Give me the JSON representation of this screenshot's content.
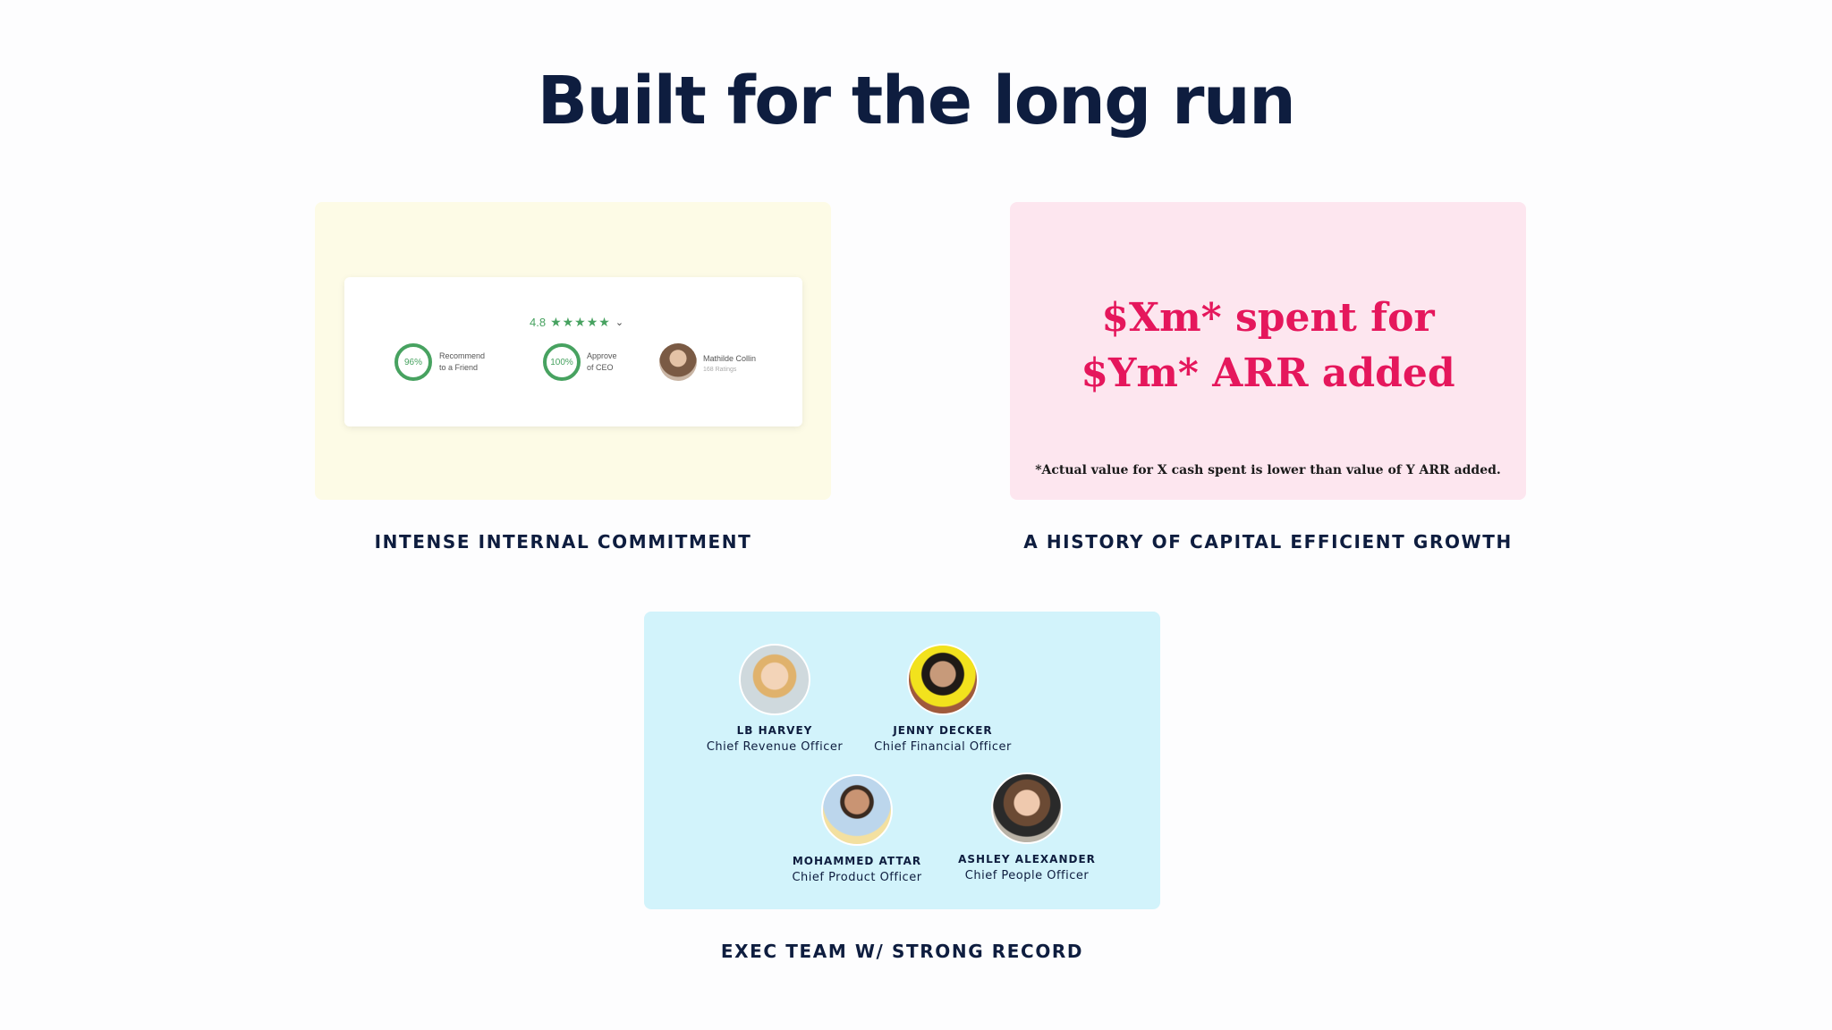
{
  "title": "Built for the long run",
  "cards": {
    "commitment": {
      "caption": "INTENSE INTERNAL COMMITMENT",
      "widget": {
        "rating": "4.8",
        "stars": "★★★★★",
        "recommend_pct": "96%",
        "recommend_label_1": "Recommend",
        "recommend_label_2": "to a Friend",
        "ceo_pct": "100%",
        "ceo_label_1": "Approve",
        "ceo_label_2": "of CEO",
        "ceo_name": "Mathilde Collin",
        "ceo_ratings": "168 Ratings"
      }
    },
    "growth": {
      "caption": "A HISTORY OF CAPITAL EFFICIENT GROWTH",
      "line_1": "$Xm* spent for",
      "line_2": "$Ym* ARR added",
      "footnote": "*Actual value for X cash spent is  lower than value of Y ARR added."
    },
    "exec": {
      "caption": "EXEC TEAM W/ STRONG RECORD",
      "members": [
        {
          "name": "LB HARVEY",
          "role": "Chief Revenue Officer"
        },
        {
          "name": "JENNY DECKER",
          "role": "Chief Financial Officer"
        },
        {
          "name": "MOHAMMED ATTAR",
          "role": "Chief Product Officer"
        },
        {
          "name": "ASHLEY ALEXANDER",
          "role": "Chief People Officer"
        }
      ]
    }
  },
  "colors": {
    "title": "#0e1d3f",
    "yellow_card": "#fdfbe6",
    "pink_card": "#fde6ef",
    "blue_card": "#d2f3fb",
    "accent_pink": "#e5175c",
    "rating_green": "#47a260"
  }
}
